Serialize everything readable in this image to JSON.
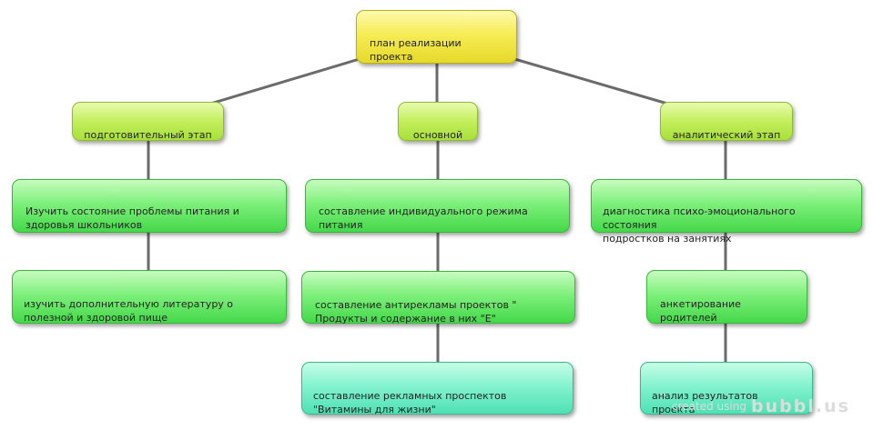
{
  "diagram": {
    "root": {
      "text": "план реализации\nпроекта"
    },
    "stages": [
      {
        "text": "подготовительный этап"
      },
      {
        "text": "основной"
      },
      {
        "text": "аналитический этап"
      }
    ],
    "tasks": {
      "preparatory": [
        {
          "text": "Изучить состояние проблемы питания и\nздоровья школьников"
        },
        {
          "text": "изучить дополнительную литературу о\nполезной и здоровой пище"
        }
      ],
      "main": [
        {
          "text": "составление индивидуального режима\nпитания"
        },
        {
          "text": "составление антирекламы проектов \"\nПродукты и содержание в них \"Е\""
        },
        {
          "text": "составление рекламных проспектов\n\"Витамины для жизни\""
        }
      ],
      "analytical": [
        {
          "text": "диагностика психо-эмоционального состояния\nподростков на занятиях"
        },
        {
          "text": "анкетирование\nродителей"
        },
        {
          "text": "анализ результатов\nпроекта"
        }
      ]
    },
    "colors": {
      "root": "#f2e84a",
      "stage": "#b8e84f",
      "task": "#5fe05f",
      "highlight_task": "#66e8c0",
      "connector": "#6b6b6b"
    }
  },
  "watermark": {
    "prefix": "created using",
    "brand": "bubbl.us"
  }
}
